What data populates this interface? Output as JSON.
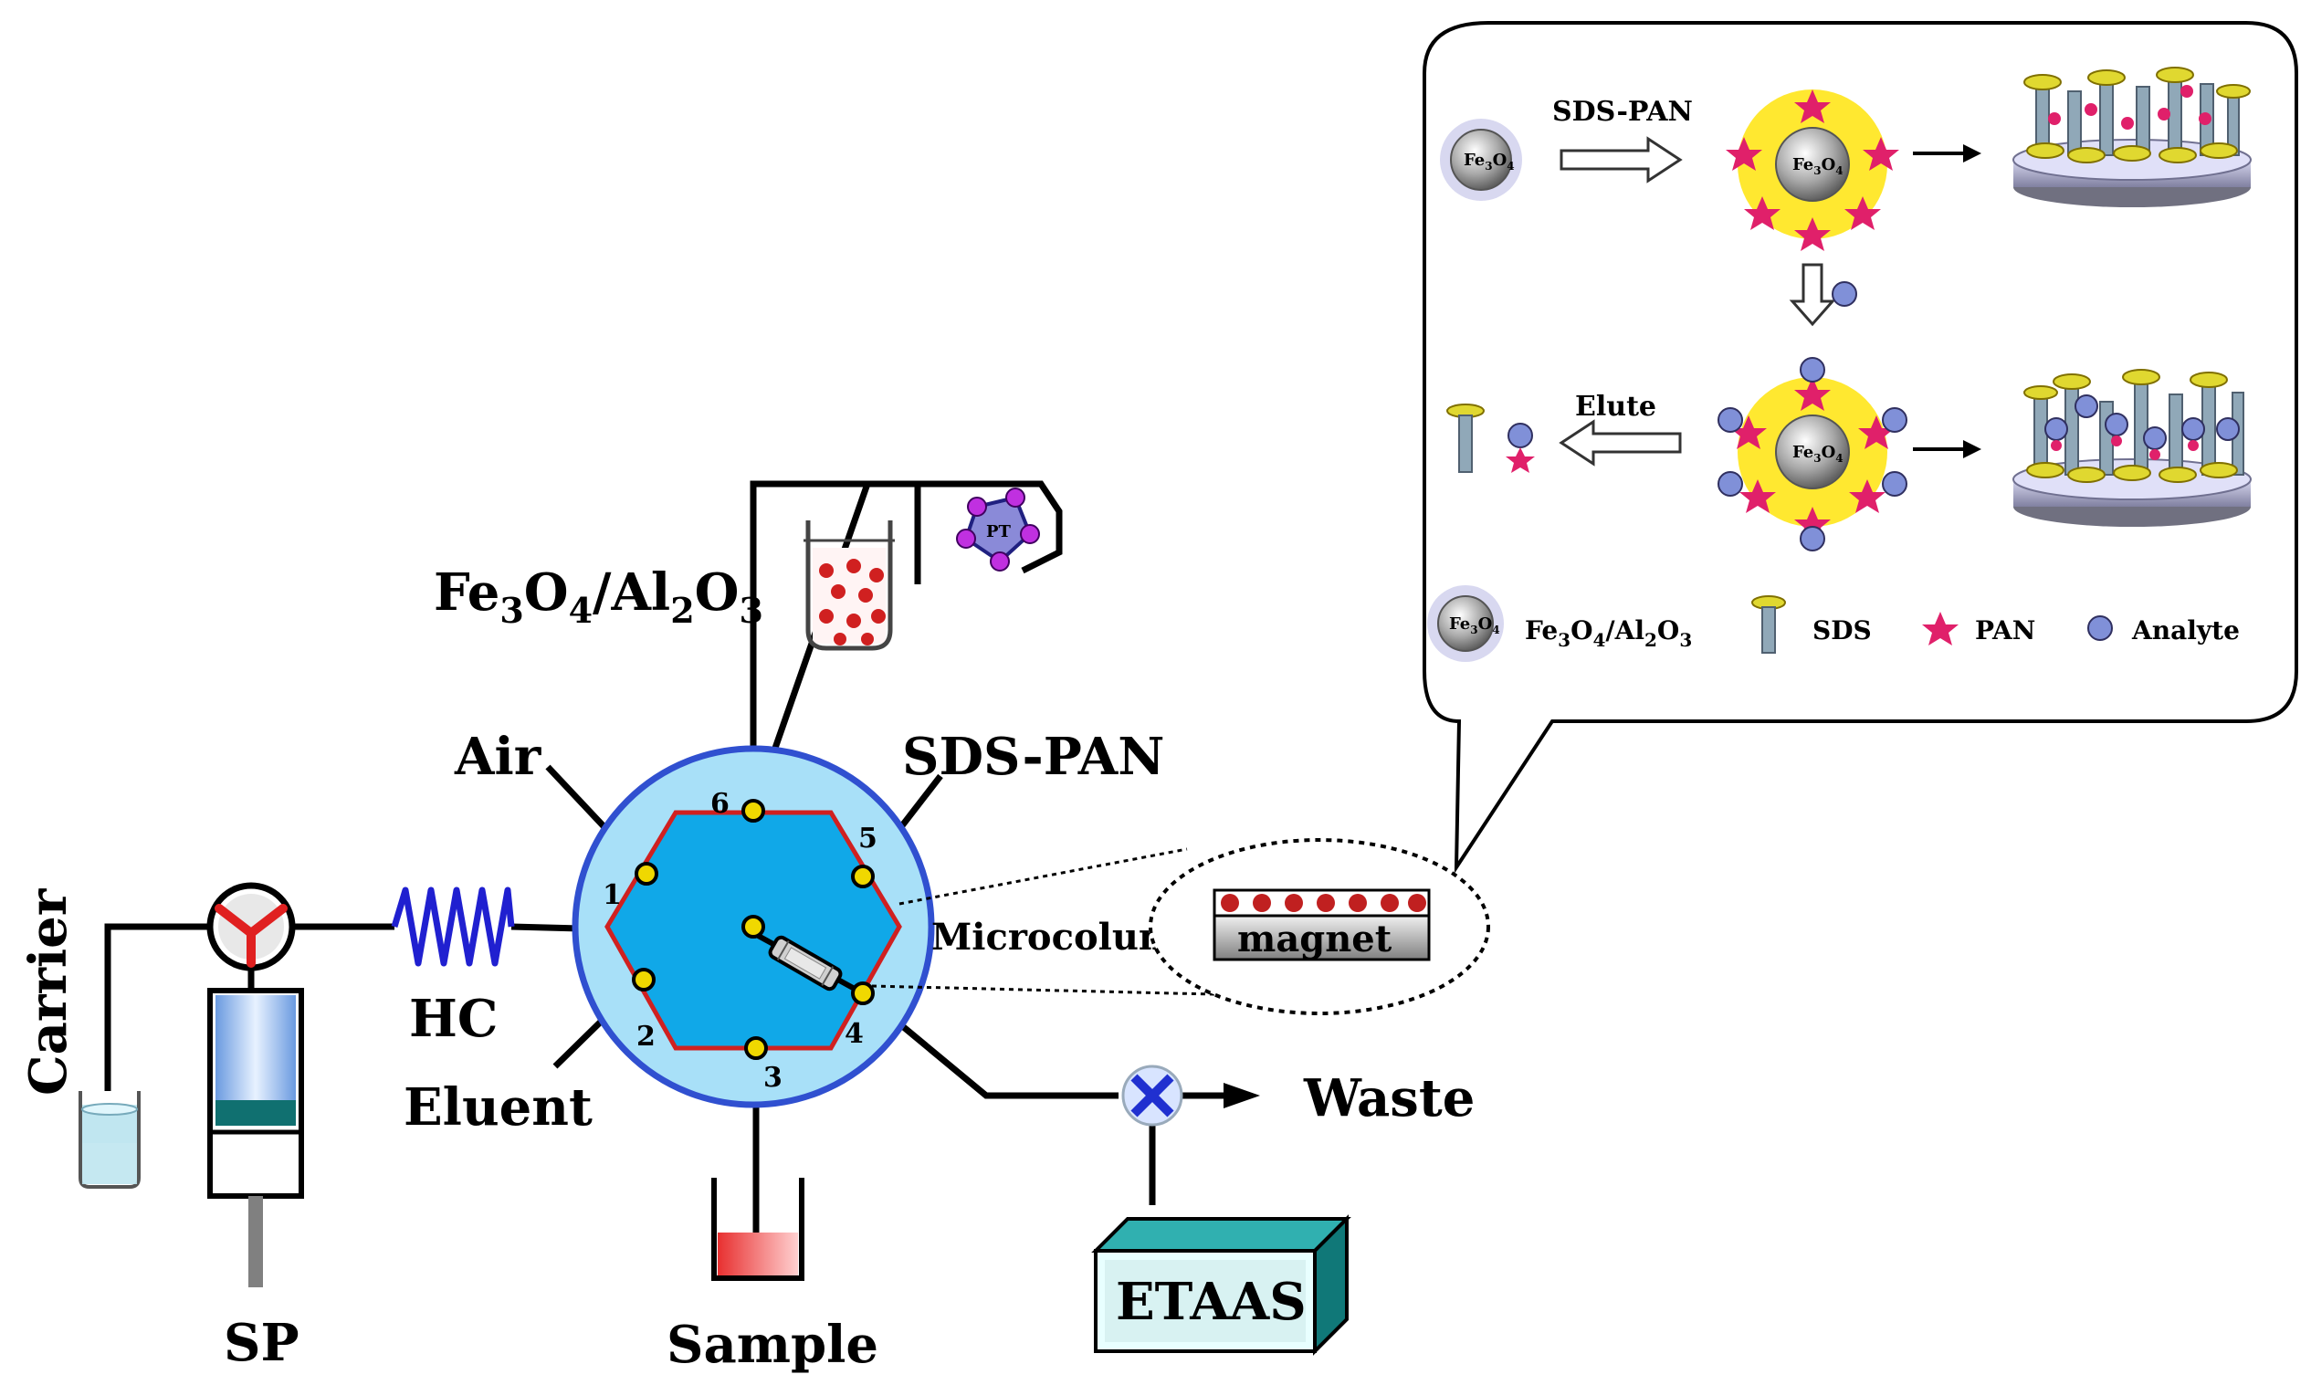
{
  "labels": {
    "fe3o4_al2o3_main": {
      "fe": "Fe",
      "s3": "3",
      "o": "O",
      "s4": "4",
      "slash_al": "/Al",
      "s2": "2",
      "o2": "O",
      "s3b": "3"
    },
    "air": "Air",
    "sds_pan": "SDS-PAN",
    "carrier": "Carrier",
    "hc": "HC",
    "eluent": "Eluent",
    "microcolumn": "Microcolumn",
    "magnet": "magnet",
    "waste": "Waste",
    "etaas": "ETAAS",
    "sp": "SP",
    "sample": "Sample",
    "pt": "PT"
  },
  "ports": [
    "1",
    "2",
    "3",
    "4",
    "5",
    "6"
  ],
  "inset": {
    "sds_pan": "SDS-PAN",
    "elute": "Elute",
    "particle_label": {
      "fe": "Fe",
      "s3": "3",
      "o": "O",
      "s4": "4"
    },
    "legend": {
      "fe3o4_al2o3": {
        "fe": "Fe",
        "s3": "3",
        "o": "O",
        "s4": "4",
        "slash_al": "/Al",
        "s2": "2",
        "o2": "O",
        "s3b": "3"
      },
      "sds": "SDS",
      "pan": "PAN",
      "analyte": "Analyte"
    }
  },
  "colors": {
    "valve_outer": "#a8e0f8",
    "valve_inner": "#10a8e8",
    "valve_ring": "#3050d0",
    "hexagon_border": "#d02020",
    "port_dot": "#f0d800",
    "coil": "#2020d0",
    "pan_mark": "#e0206a",
    "analyte": "#8090d8",
    "sds_head": "#e0d830",
    "particle_halo": "#ffe830",
    "etaas_box": "#20a0a0"
  }
}
